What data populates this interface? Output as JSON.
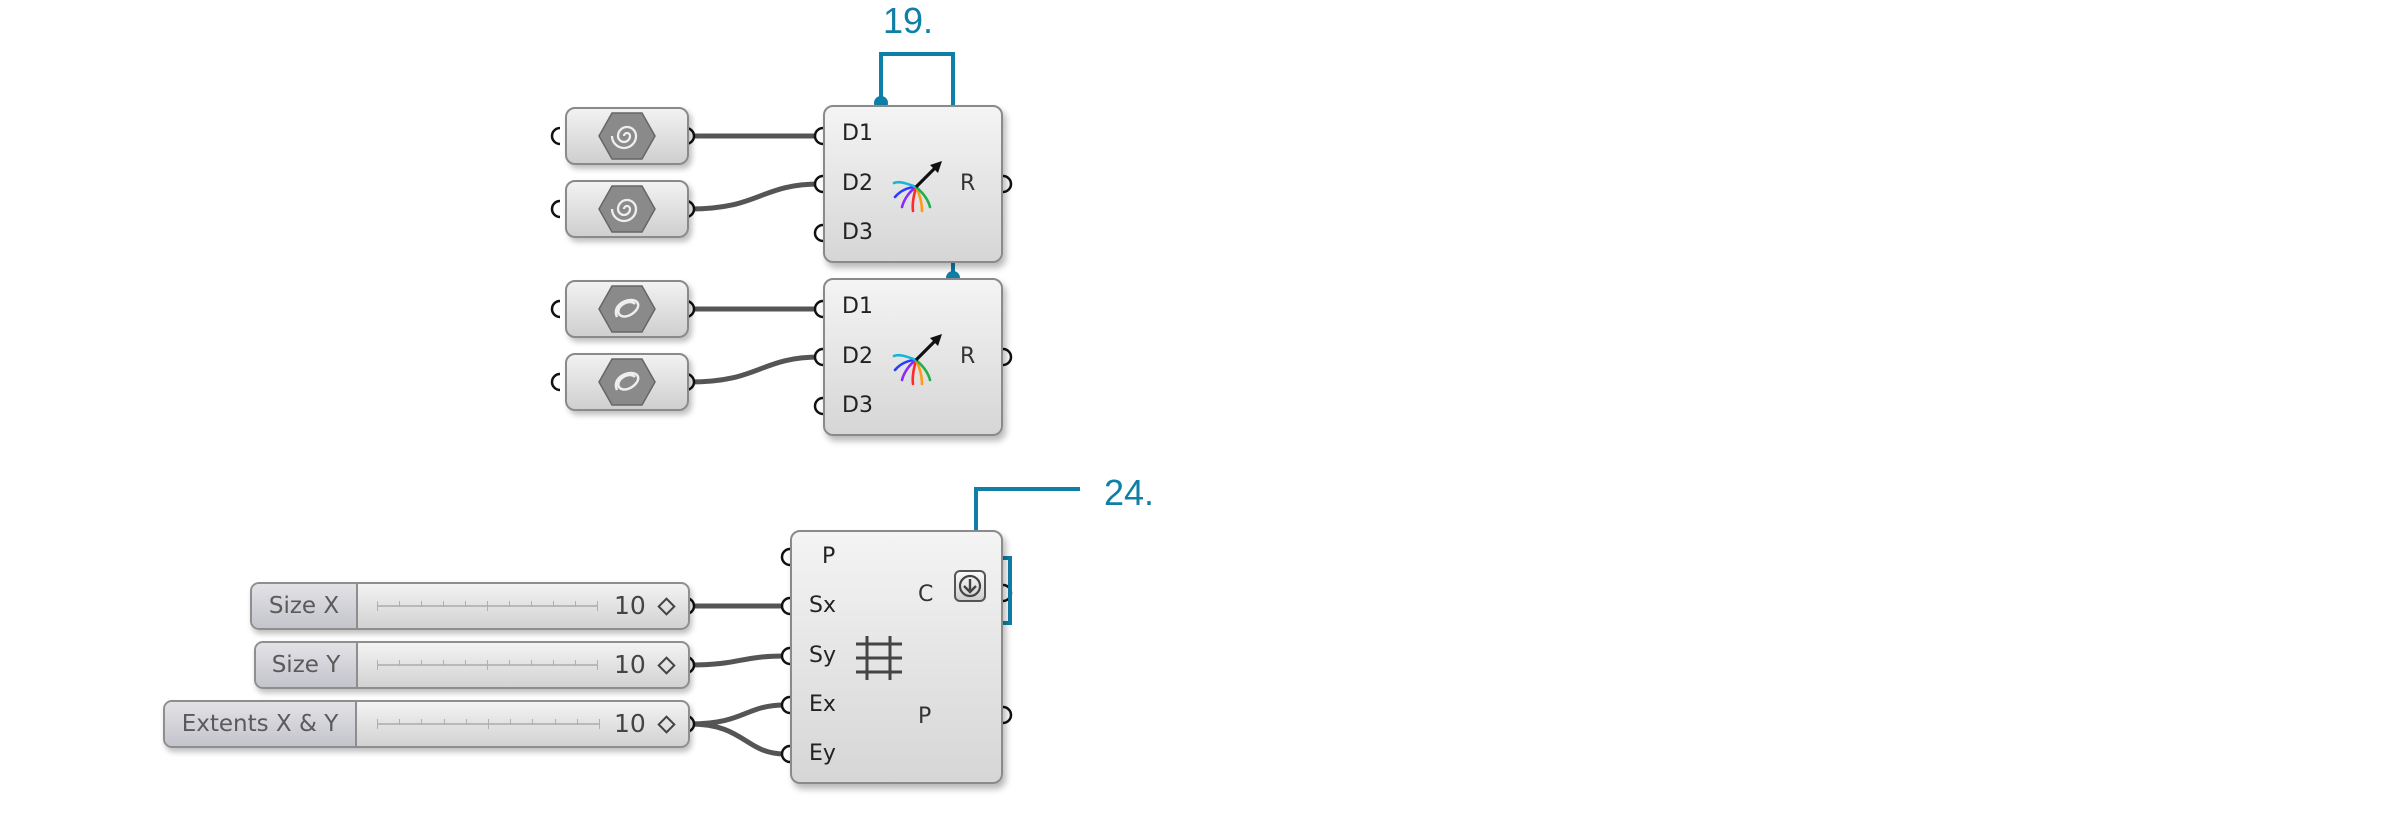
{
  "callouts": {
    "top": "19.",
    "bottom": "24."
  },
  "range_components": [
    {
      "inputs": [
        "D1",
        "D2",
        "D3"
      ],
      "output": "R"
    },
    {
      "inputs": [
        "D1",
        "D2",
        "D3"
      ],
      "output": "R"
    }
  ],
  "square_grid": {
    "inputs": [
      "P",
      "Sx",
      "Sy",
      "Ex",
      "Ey"
    ],
    "outputs": [
      "C",
      "P"
    ]
  },
  "sliders": [
    {
      "name": "Size X",
      "value": "10"
    },
    {
      "name": "Size Y",
      "value": "10"
    },
    {
      "name": "Extents X & Y",
      "value": "10"
    }
  ],
  "icons": {
    "spiral_param": "spiral-hex-icon",
    "curve_param": "twisted-curve-hex-icon",
    "range": "rainbow-arrow-icon",
    "grid": "square-grid-icon",
    "flatten": "flatten-arrow-icon"
  },
  "colors": {
    "accent": "#0e7fa6",
    "wire": "#555555"
  }
}
